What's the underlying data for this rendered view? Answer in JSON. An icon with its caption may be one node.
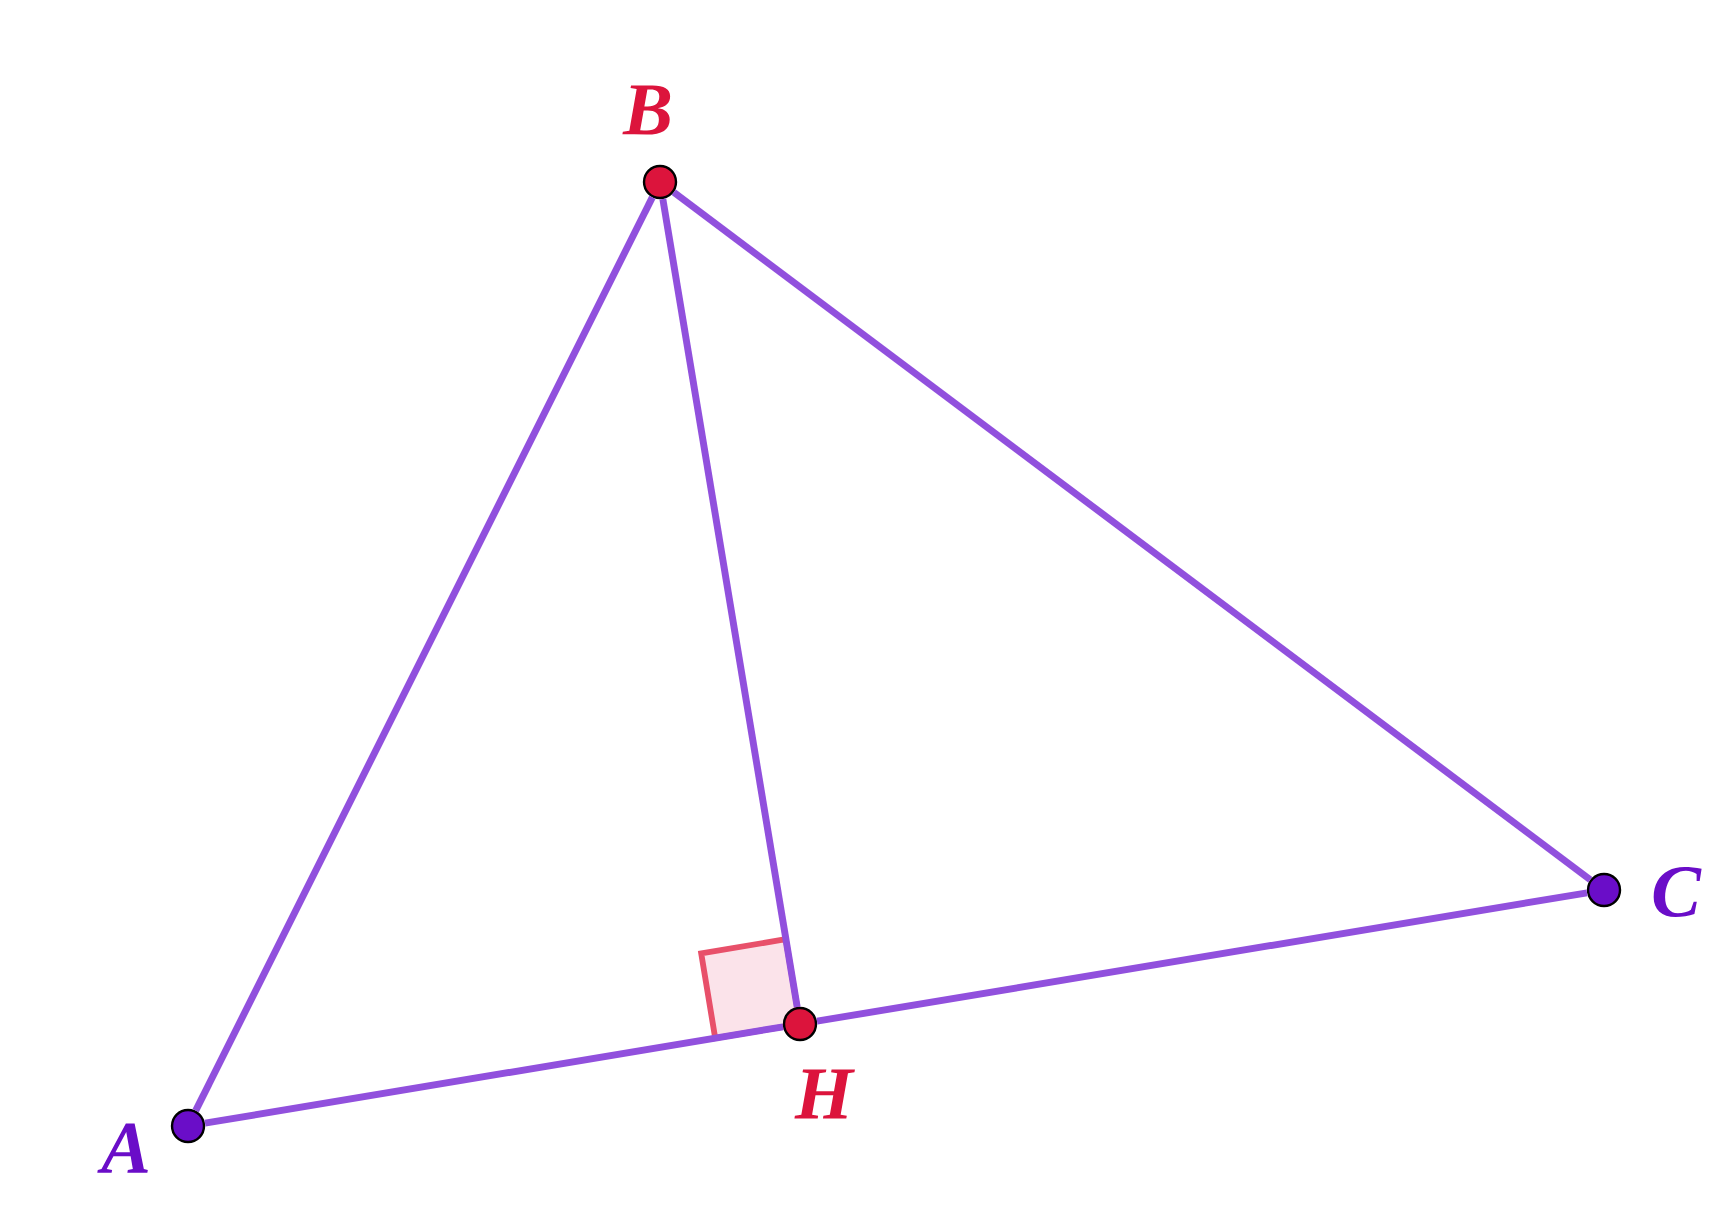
{
  "diagram": {
    "nodes": [
      {
        "text": [
          "A"
        ]
      },
      {
        "text": [
          "B"
        ]
      },
      {
        "text": [
          "C"
        ]
      },
      {
        "text": [
          "H"
        ]
      }
    ],
    "edges": [
      {
        "from": 0,
        "to": 1,
        "arrow": "none"
      },
      {
        "from": 1,
        "to": 2,
        "arrow": "none"
      },
      {
        "from": 1,
        "to": 3,
        "arrow": "none"
      },
      {
        "from": 0,
        "to": 3,
        "arrow": "none"
      },
      {
        "from": 3,
        "to": 2,
        "arrow": "none"
      }
    ]
  }
}
